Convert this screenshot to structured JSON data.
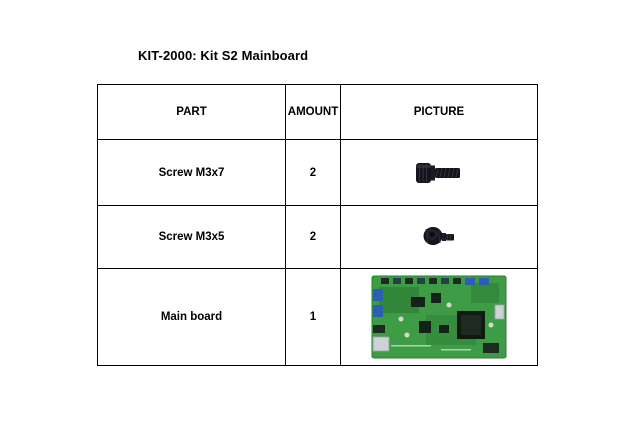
{
  "title": "KIT-2000: Kit S2 Mainboard",
  "table": {
    "headers": [
      "PART",
      "AMOUNT",
      "PICTURE"
    ],
    "rows": [
      {
        "part": "Screw M3x7",
        "amount": "2",
        "picture": "screw-m3x7-photo"
      },
      {
        "part": "Screw M3x5",
        "amount": "2",
        "picture": "screw-m3x5-photo"
      },
      {
        "part": "Main board",
        "amount": "1",
        "picture": "mainboard-photo"
      }
    ]
  },
  "colors": {
    "screw_body": "#14141d",
    "screw_highlight": "#32323f",
    "pcb_green": "#3f9c46",
    "pcb_dark_green": "#2e7d35",
    "pcb_connector_blue": "#2c5fb3",
    "pcb_silver": "#ccd2d6",
    "border": "#000000"
  }
}
